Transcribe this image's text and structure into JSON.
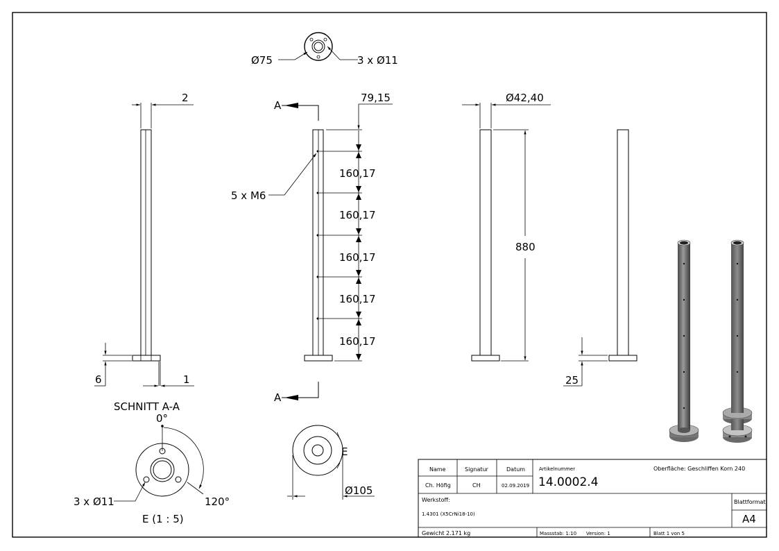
{
  "views": {
    "top": {
      "outer_dia": "Ø75",
      "holes": "3 x Ø11"
    },
    "front": {
      "wall": "2",
      "base_h": "6",
      "base_w": "1"
    },
    "section": {
      "marker_top": "A",
      "marker_bottom": "A",
      "top_dim": "79,15",
      "thread_label": "5 x M6",
      "spacings": [
        "160,17",
        "160,17",
        "160,17",
        "160,17",
        "160,17"
      ]
    },
    "side": {
      "dia": "Ø42,40",
      "height": "880"
    },
    "right": {
      "base_thick": "25"
    },
    "section_title": "SCHNITT A-A",
    "detail": {
      "angle0": "0°",
      "angle120": "120°",
      "holes": "3 x Ø11",
      "title": "E (1 : 5)"
    },
    "flange": {
      "label": "E",
      "dia": "Ø105"
    }
  },
  "title_block": {
    "name_label": "Name",
    "signatur_label": "Signatur",
    "datum_label": "Datum",
    "name": "Ch. Höfig",
    "signatur": "CH",
    "datum": "02.09.2019",
    "artikel_label": "Artikelnummer",
    "artikel": "14.0002.4",
    "oberflaeche": "Oberfläche: Geschliffen Korn 240",
    "werkstoff_label": "Werkstoff:",
    "werkstoff": "1.4301 (X5CrNi18-10)",
    "blattformat_label": "Blattformat",
    "blattformat": "A4",
    "gewicht": "Gewicht 2.171 kg",
    "massstab": "Massstab: 1:10",
    "version": "Version: 1",
    "blatt": "Blatt 1 von 5"
  }
}
